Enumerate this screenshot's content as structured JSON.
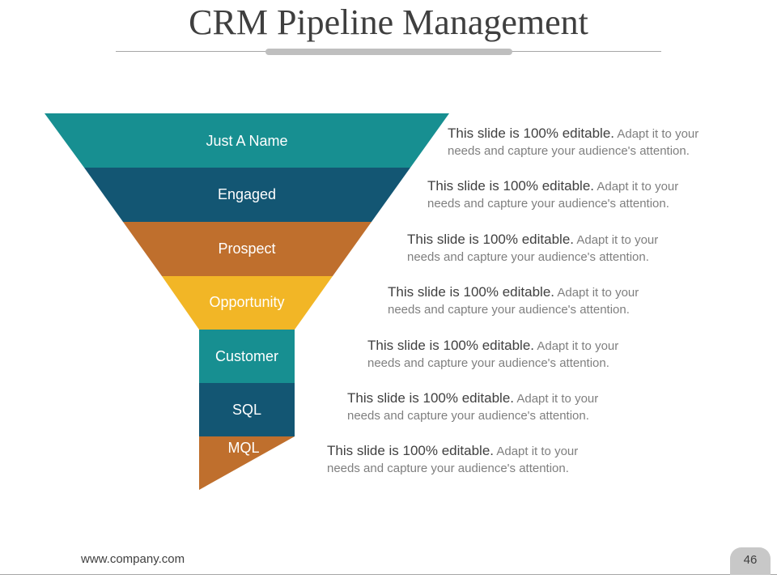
{
  "title": "CRM Pipeline Management",
  "colors": {
    "teal": "#178f91",
    "navy": "#135673",
    "orange": "#bf6f2d",
    "yellow": "#f2b626"
  },
  "stages": [
    {
      "label": "Just A Name",
      "color": "#178f91"
    },
    {
      "label": "Engaged",
      "color": "#135673"
    },
    {
      "label": "Prospect",
      "color": "#bf6f2d"
    },
    {
      "label": "Opportunity",
      "color": "#f2b626"
    },
    {
      "label": "Customer",
      "color": "#178f91"
    },
    {
      "label": "SQL",
      "color": "#135673"
    },
    {
      "label": "MQL",
      "color": "#bf6f2d"
    }
  ],
  "descriptions": [
    {
      "lead": "This slide is 100% editable.",
      "rest1": " Adapt it to your",
      "line2": "needs and capture your audience's attention."
    },
    {
      "lead": "This slide is 100% editable.",
      "rest1": " Adapt it to your",
      "line2": "needs and capture your audience's attention."
    },
    {
      "lead": "This slide is 100% editable.",
      "rest1": " Adapt it to your",
      "line2": "needs and capture your audience's attention."
    },
    {
      "lead": "This slide is 100% editable.",
      "rest1": " Adapt it to your",
      "line2": "needs and capture your audience's attention."
    },
    {
      "lead": "This slide is 100% editable.",
      "rest1": " Adapt it to your",
      "line2": "needs and capture your audience's attention."
    },
    {
      "lead": "This slide is 100% editable.",
      "rest1": " Adapt it to your",
      "line2": "needs and capture your audience's attention."
    },
    {
      "lead": "This slide is 100% editable.",
      "rest1": " Adapt it to your",
      "line2": "needs and capture your audience's attention."
    }
  ],
  "footer": {
    "url": "www.company.com",
    "page_number": "46"
  }
}
